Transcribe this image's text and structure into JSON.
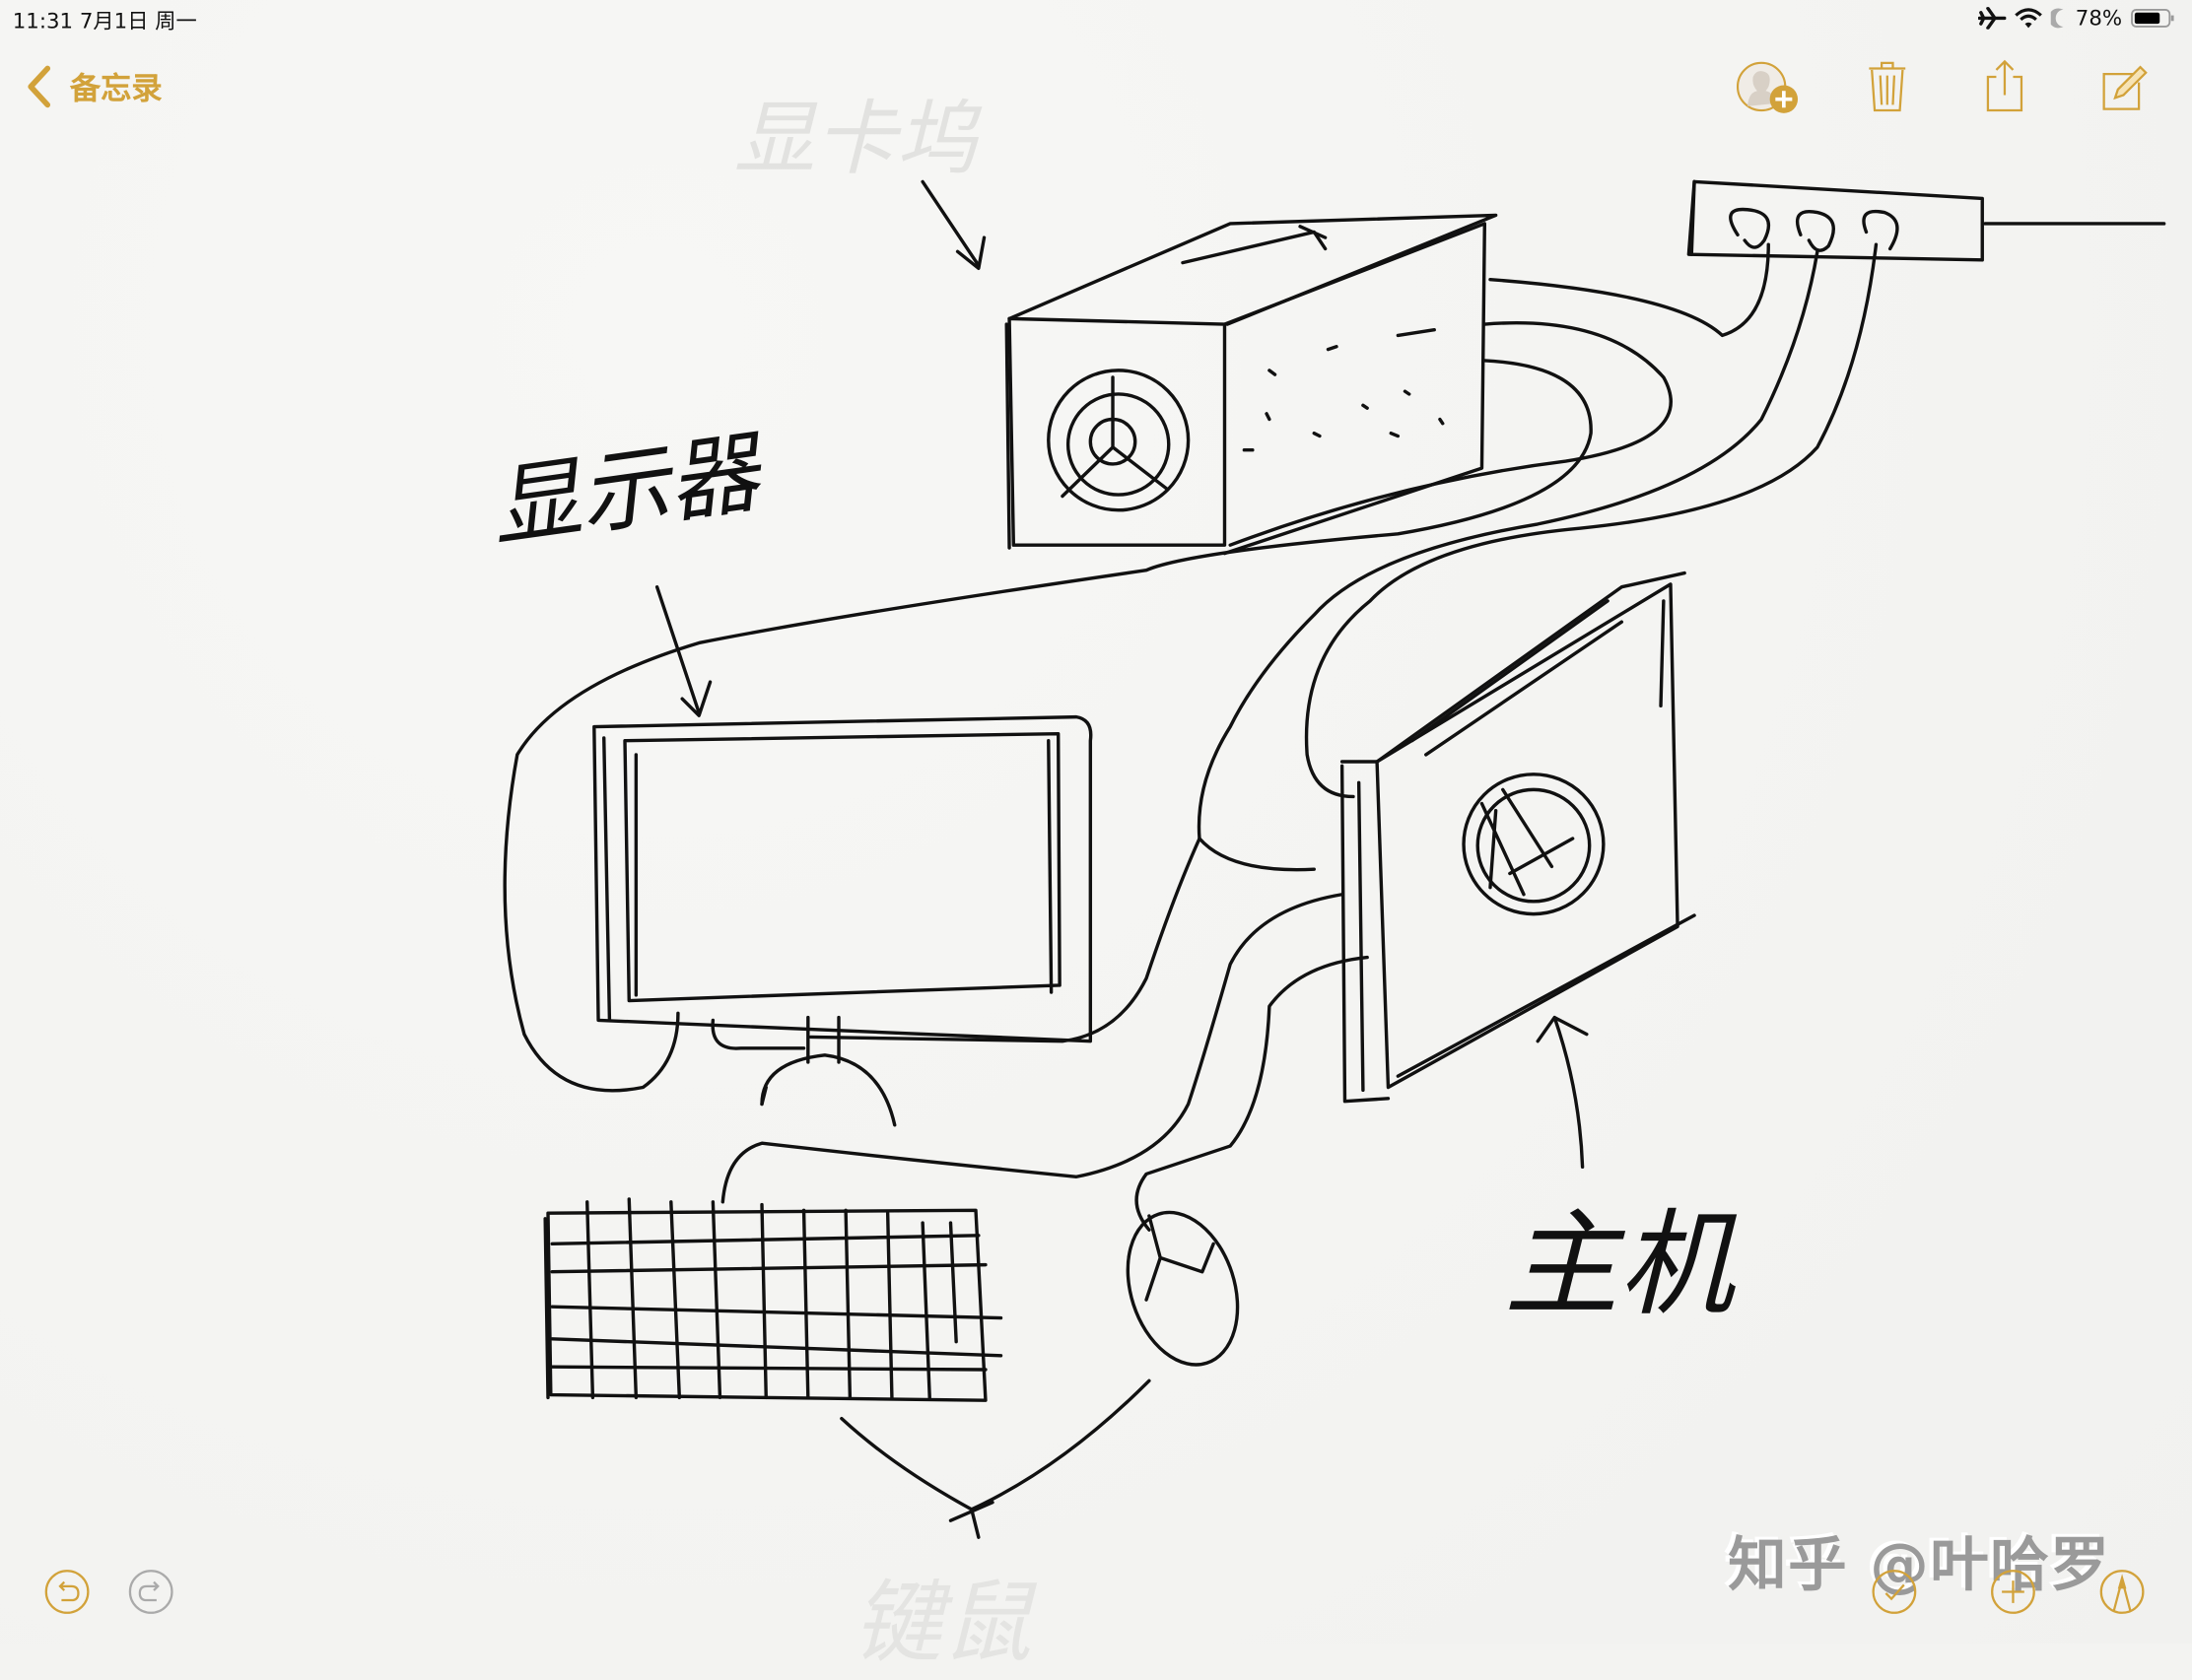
{
  "status_bar": {
    "time_date": "11:31   7月1日 周一",
    "battery_percent": "78%",
    "battery_level": 0.78,
    "icons": [
      "airplane-icon",
      "wifi-icon",
      "moon-icon",
      "battery-icon"
    ]
  },
  "nav": {
    "back_label": "备忘录",
    "toolbar_icons": [
      "add-person-icon",
      "trash-icon",
      "share-icon",
      "compose-icon"
    ]
  },
  "sketch": {
    "labels": {
      "dock": "显卡坞",
      "monitor": "显示器",
      "host": "主机",
      "peripherals": "键鼠"
    }
  },
  "bottom_toolbar": {
    "icons": [
      "undo-icon",
      "redo-icon",
      "checklist-icon",
      "add-icon",
      "markup-pen-icon"
    ]
  },
  "watermark": "知乎 @叶哈罗",
  "colors": {
    "accent": "#d2a23a",
    "ink": "#111111",
    "paper": "#f3f3f1"
  }
}
